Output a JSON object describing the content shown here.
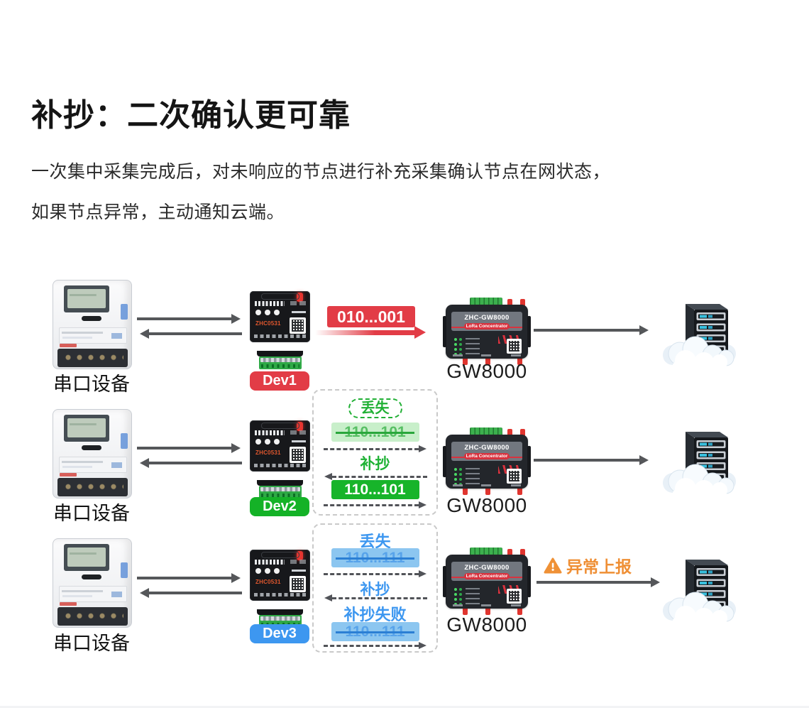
{
  "header": {
    "title": "补抄：二次确认更可靠",
    "desc_line1": "一次集中采集完成后，对未响应的节点进行补充采集确认节点在网状态，",
    "desc_line2": "如果节点异常，主动通知云端。"
  },
  "labels": {
    "serial_device": "串口设备",
    "gateway": "GW8000"
  },
  "device_text": {
    "module_model": "ZHC0531",
    "gateway_model": "ZHC-GW8000",
    "gateway_tag": "LoRa Concentrator"
  },
  "rows": [
    {
      "dev": "Dev1",
      "packet": "010...001"
    },
    {
      "dev": "Dev2",
      "lost": "丢失",
      "lost_packet": "110...101",
      "retry": "补抄",
      "retry_packet": "110...101"
    },
    {
      "dev": "Dev3",
      "lost": "丢失",
      "lost_packet": "110...111",
      "retry": "补抄",
      "retry_fail": "补抄失败",
      "fail_packet": "110...111",
      "alert": "异常上报"
    }
  ],
  "colors": {
    "dev1_red": "#e23c46",
    "dev2_green": "#14b227",
    "dev3_blue": "#3d97f0",
    "alert_orange": "#ef8f35",
    "arrow_gray": "#55575a"
  }
}
